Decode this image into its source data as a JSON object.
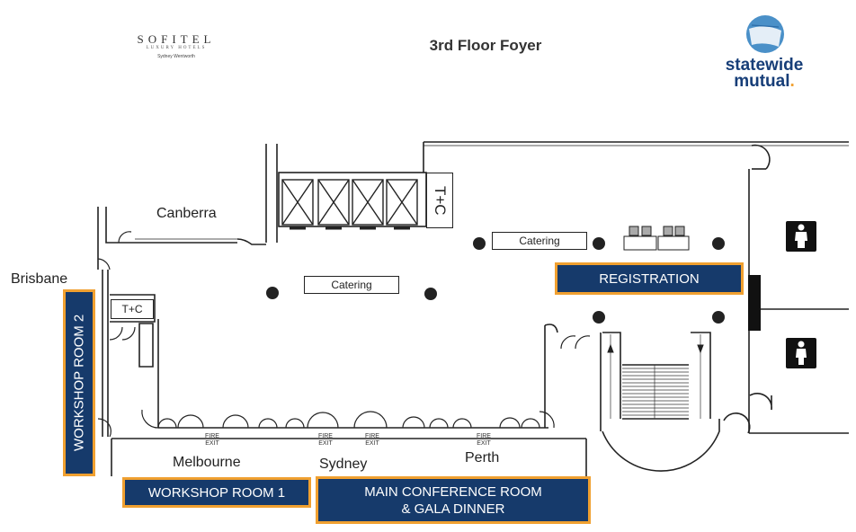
{
  "header": {
    "hotel_name": "SOFITEL",
    "hotel_tagline": "LUXURY HOTELS",
    "hotel_location": "Sydney Wentworth",
    "title": "3rd Floor Foyer",
    "logo_line1": "statewide",
    "logo_line2": "mutual",
    "logo_dot": ".",
    "colors": {
      "logo_blue": "#173e78",
      "logo_accent": "#f0a030",
      "globe": "#4a90c8"
    }
  },
  "rooms": {
    "canberra": "Canberra",
    "brisbane": "Brisbane",
    "melbourne": "Melbourne",
    "sydney": "Sydney",
    "perth": "Perth"
  },
  "badges": {
    "workshop_room_2": "WORKSHOP ROOM 2",
    "workshop_room_1": "WORKSHOP ROOM 1",
    "main_conference_line1": "MAIN CONFERENCE ROOM",
    "main_conference_line2": "& GALA DINNER",
    "registration": "REGISTRATION",
    "colors": {
      "fill": "#163a6b",
      "border": "#f0a030",
      "text": "#ffffff"
    }
  },
  "amenities": {
    "tc_top": "T+C",
    "tc_left": "T+C",
    "catering_center": "Catering",
    "catering_right": "Catering",
    "fire_exit_line1": "FIRE",
    "fire_exit_line2": "EXIT",
    "toilet_icon_top": "person-icon",
    "toilet_icon_bottom": "person-icon"
  }
}
